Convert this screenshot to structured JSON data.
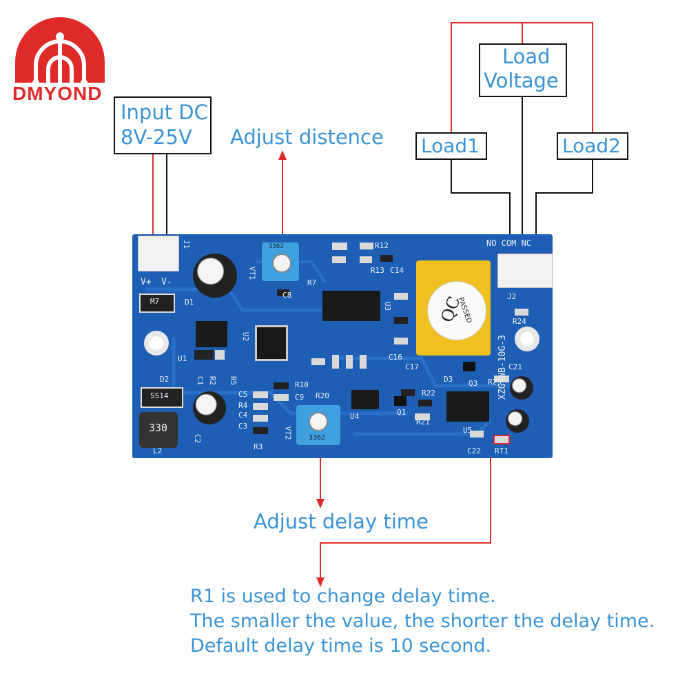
{
  "brand": {
    "name": "DMYOND",
    "color": "#e02a2a"
  },
  "labels": {
    "input_dc_line1": "Input DC",
    "input_dc_line2": "8V-25V",
    "adjust_distance": "Adjust distence",
    "load_voltage_line1": "Load",
    "load_voltage_line2": "Voltage",
    "load1": "Load1",
    "load2": "Load2",
    "adjust_delay": "Adjust delay time"
  },
  "notes": {
    "line1": "R1 is used to change delay time.",
    "line2": "The smaller the value, the shorter the delay time.",
    "line3": "Default delay time is 10 second."
  },
  "board": {
    "model": "XZG-WB-10G-3",
    "silk": {
      "v_plus": "V+",
      "v_minus": "V-",
      "j1": "J1",
      "j2": "J2",
      "no_com_nc": "NO COM NC",
      "d1": "D1",
      "d2": "D2",
      "l2": "L2",
      "u1": "U1",
      "u2": "U2",
      "u3": "U3",
      "u4": "U4",
      "u5": "U5",
      "vt1": "VT1",
      "vt2": "VT2",
      "r24": "R24",
      "c21": "C21",
      "c22": "C22",
      "rt1": "RT1",
      "d3": "D3",
      "q3": "Q3",
      "q1": "Q1",
      "r23": "R23",
      "r21": "R21",
      "r22": "R22",
      "r12": "R12",
      "r13": "R13",
      "c14": "C14",
      "c16": "C16",
      "c17": "C17",
      "r10": "R10",
      "c9": "C9",
      "r20": "R20",
      "c5": "C5",
      "r4": "R4",
      "c4": "C4",
      "c3": "C3",
      "r3": "R3",
      "c1": "C1",
      "r2": "R2",
      "r5": "R5",
      "c2": "C2",
      "c8": "C8",
      "r7": "R7"
    },
    "chips": {
      "inductor": "330",
      "diode_d2": "SS14",
      "diode_d1": "M7",
      "trimmer": "3362",
      "relay_qc": "QC",
      "relay_passed": "PASSED"
    }
  },
  "colors": {
    "wire_red": "#e02a2a",
    "wire_black": "#111111",
    "label_blue": "#3a93d6",
    "pcb_blue": "#1e5fb5",
    "relay_yellow": "#f0c020"
  }
}
